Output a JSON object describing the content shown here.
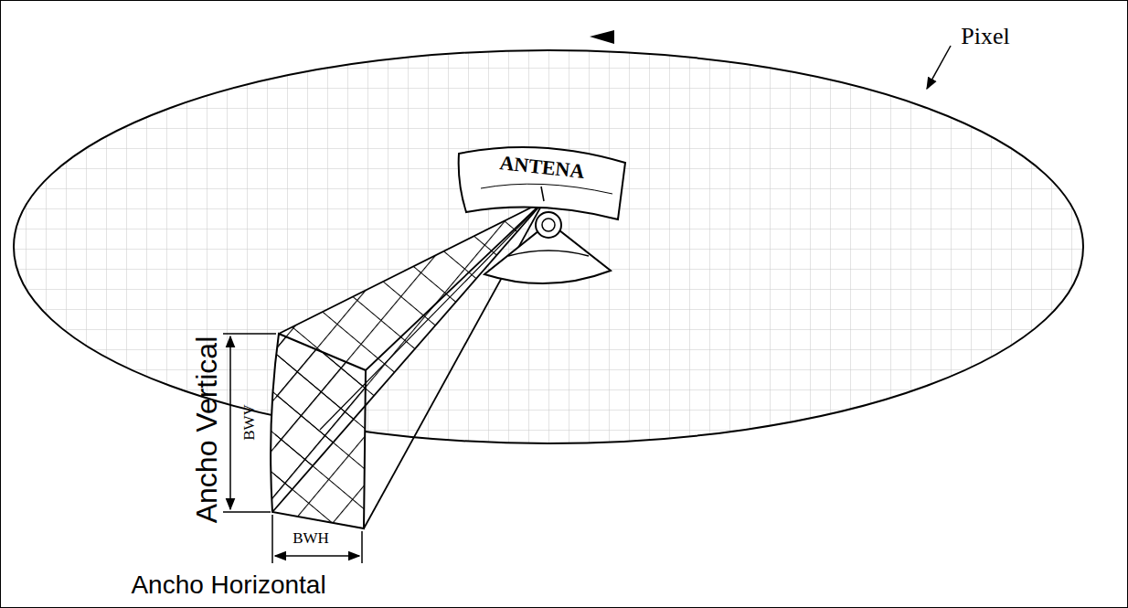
{
  "diagram": {
    "labels": [
      "Pixel",
      "ANTENA",
      "Ancho Vertical",
      "BWV",
      "BWH",
      "Ancho Horizontal"
    ]
  }
}
